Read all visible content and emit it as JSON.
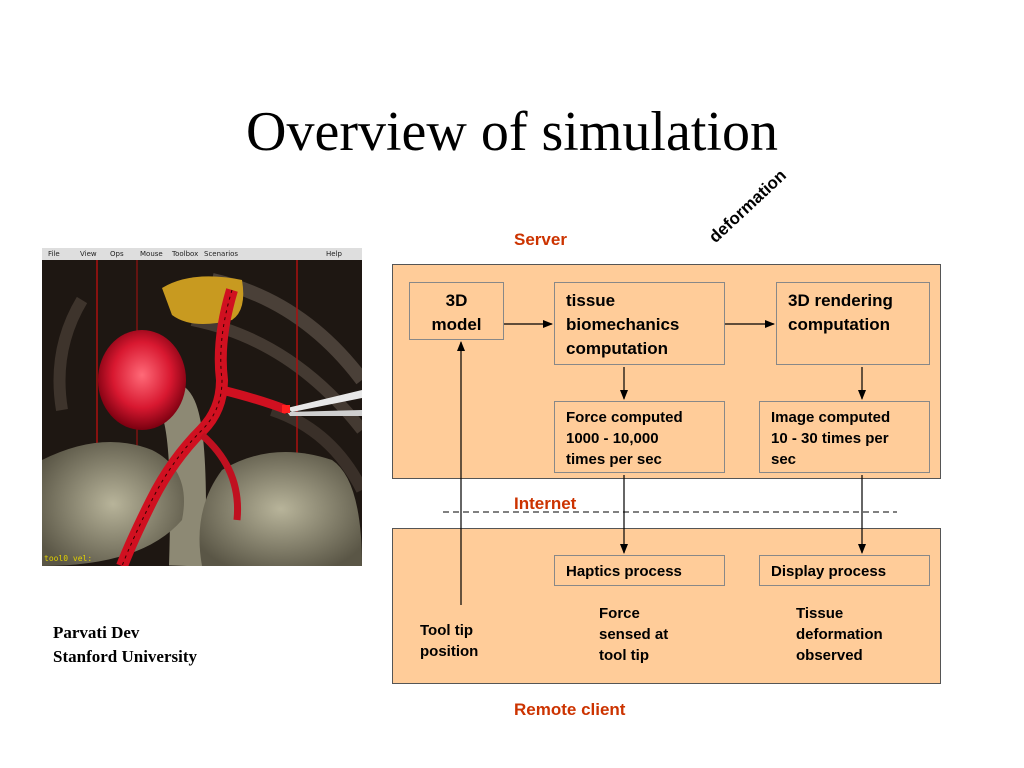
{
  "title": "Overview of simulation",
  "screenshot": {
    "menu": [
      "File",
      "View",
      "Ops",
      "Mouse",
      "Toolbox",
      "Scenarios",
      "Help"
    ],
    "status": "tool0 vel:"
  },
  "credit": {
    "name": "Parvati Dev",
    "affiliation": "Stanford University"
  },
  "diagram": {
    "server_label": "Server",
    "internet_label": "Internet",
    "client_label": "Remote client",
    "deformation_label": "deformation",
    "model_box": [
      "3D",
      "model"
    ],
    "biomech_box": [
      "tissue",
      "biomechanics",
      "computation"
    ],
    "render_box": [
      "3D rendering",
      "computation"
    ],
    "force_box": [
      "Force computed",
      "1000 - 10,000",
      "times per sec"
    ],
    "image_box": [
      "Image computed",
      "10 - 30 times per",
      "sec"
    ],
    "haptics_box": "Haptics process",
    "display_box": "Display process",
    "tooltip_note": [
      "Tool tip",
      "position"
    ],
    "force_note": [
      "Force",
      "sensed at",
      "tool tip"
    ],
    "tissue_note": [
      "Tissue",
      "deformation",
      "observed"
    ]
  }
}
